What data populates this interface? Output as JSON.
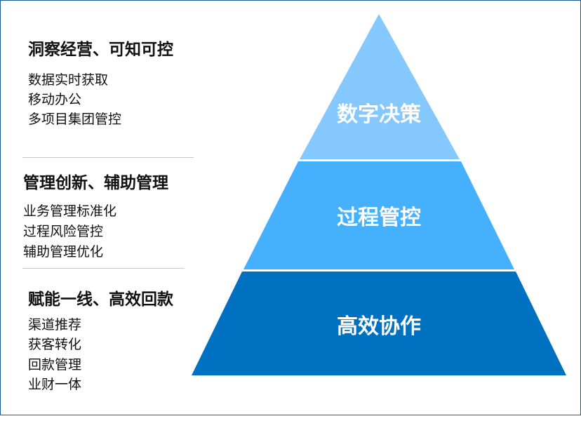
{
  "sections": [
    {
      "heading": "洞察经营、可知可控",
      "items": [
        "数据实时获取",
        "移动办公",
        "多项目集团管控"
      ]
    },
    {
      "heading": "管理创新、辅助管理",
      "items": [
        "业务管理标准化",
        "过程风险管控",
        "辅助管理优化"
      ]
    },
    {
      "heading": "赋能一线、高效回款",
      "items": [
        "渠道推荐",
        "获客转化",
        "回款管理",
        "业财一体"
      ]
    }
  ],
  "pyramid": {
    "tiers": [
      {
        "label": "数字决策",
        "color": "#85c8fd"
      },
      {
        "label": "过程管控",
        "color": "#45b0fd"
      },
      {
        "label": "高效协作",
        "color": "#0070c0"
      }
    ]
  },
  "colors": {
    "frame": "#1c5b9a",
    "divider": "#c8c8c8"
  }
}
